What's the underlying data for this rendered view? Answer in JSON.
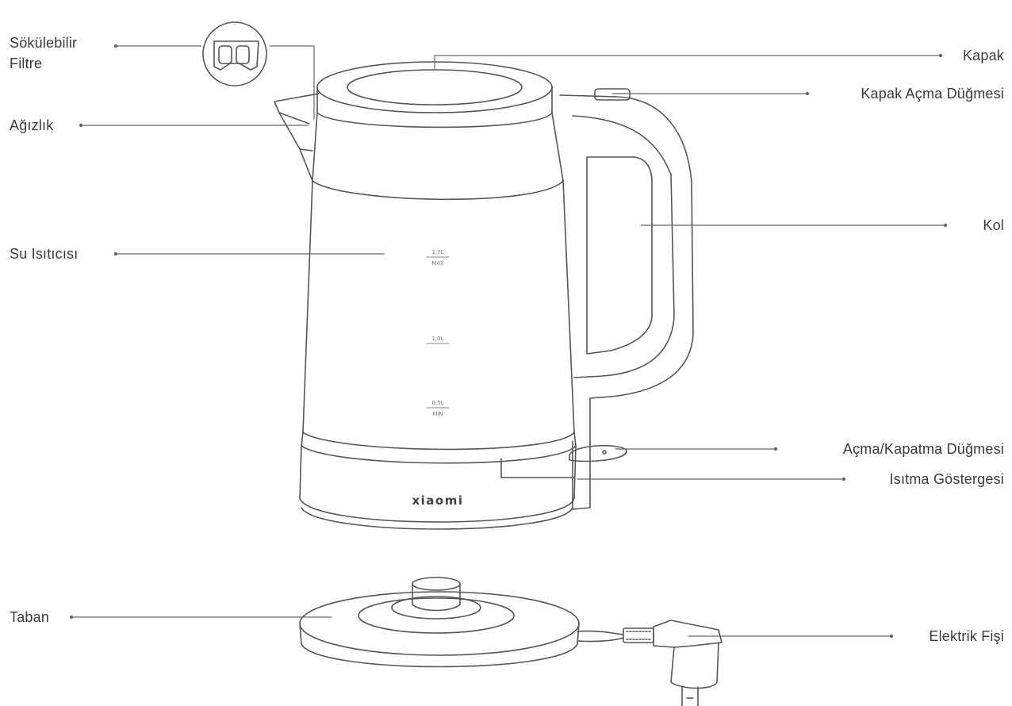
{
  "brand": {
    "logo_text": "xiaomi"
  },
  "scale_marks": {
    "max_value": "1,7L",
    "max_label": "MAX",
    "mid_value": "1,0L",
    "min_value": "0,5L",
    "min_label": "MIN"
  },
  "labels": {
    "filter_line1": "Sökülebilir",
    "filter_line2": "Filtre",
    "spout": "Ağızlık",
    "kettle_body": "Su Isıtıcısı",
    "base": "Taban",
    "lid": "Kapak",
    "lid_button": "Kapak Açma Düğmesi",
    "handle": "Kol",
    "power_switch": "Açma/Kapatma Düğmesi",
    "heat_indicator": "Isıtma Göstergesi",
    "plug": "Elektrik Fişi"
  },
  "colors": {
    "line": "#555555",
    "text": "#3a3a3a",
    "background": "#ffffff"
  }
}
